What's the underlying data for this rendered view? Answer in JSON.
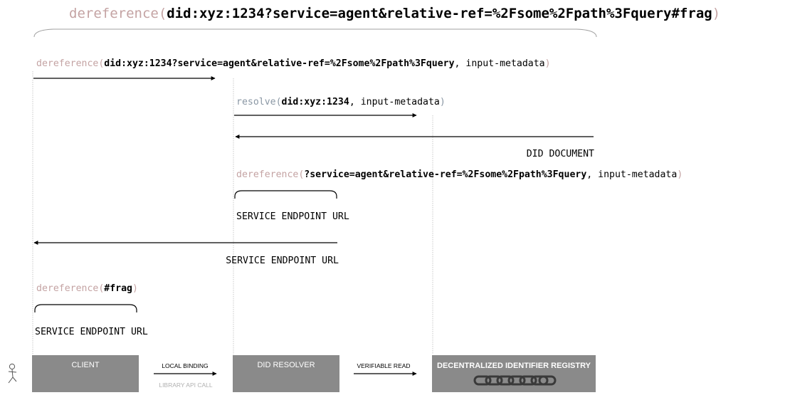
{
  "header": {
    "fn": "dereference(",
    "arg": "did:xyz:1234?service=agent&relative-ref=%2Fsome%2Fpath%3Fquery#frag",
    "close": ")"
  },
  "step1": {
    "fn": "dereference(",
    "arg": "did:xyz:1234?service=agent&relative-ref=%2Fsome%2Fpath%3Fquery",
    "rest": ", input-metadata",
    "close": ")"
  },
  "step2": {
    "fn": "resolve(",
    "arg": "did:xyz:1234",
    "rest": ", input-metadata",
    "close": ")"
  },
  "step2_return": "DID DOCUMENT",
  "step3": {
    "fn": "dereference(",
    "arg": "?service=agent&relative-ref=%2Fsome%2Fpath%3Fquery",
    "rest": ", input-metadata",
    "close": ")"
  },
  "step3_result": "SERVICE ENDPOINT URL",
  "step3_return": "SERVICE ENDPOINT URL",
  "step4": {
    "fn": "dereference(",
    "arg": "#frag",
    "close": ")"
  },
  "step4_result": "SERVICE ENDPOINT URL",
  "actors": {
    "client": "CLIENT",
    "resolver": "DID RESOLVER",
    "registry": "DECENTRALIZED IDENTIFIER REGISTRY"
  },
  "connectors": {
    "local_binding": "LOCAL BINDING",
    "library_api_call": "LIBRARY API CALL",
    "verifiable_read": "VERIFIABLE READ"
  },
  "colors": {
    "function_name": "#c4a3a3",
    "resolve_name": "#8a97a4",
    "actor_box": "#8a8a8a"
  },
  "icons": {
    "user": "stick-figure-icon",
    "registry": "chain-links-icon"
  }
}
